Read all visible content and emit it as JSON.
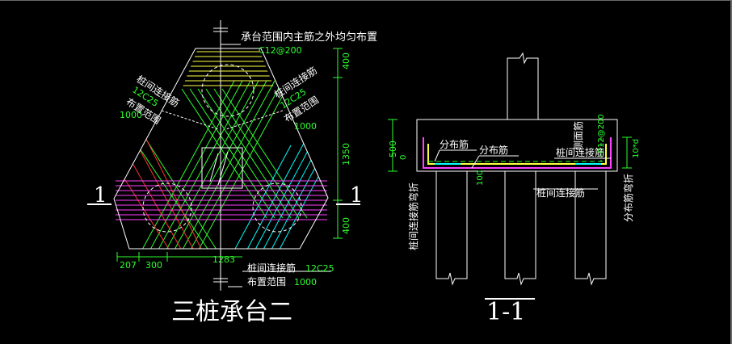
{
  "left": {
    "note_main": "承台范围内主筋之外均匀布置",
    "note_main_spec": "C12@200",
    "left_link_label": "桩间连接筋",
    "left_link_spec": "12C25",
    "left_range_label": "布置范围",
    "left_range_value": "1000",
    "right_link_label": "桩间连接筋",
    "right_link_spec": "12C25",
    "right_range_label": "布置范围",
    "right_range_value": "1000",
    "section_left_mark": "1",
    "section_right_mark": "1",
    "dim_top": "400",
    "dim_mid": "1350",
    "dim_bot": "400",
    "dim_b1": "207",
    "dim_b2": "300",
    "dim_b3": "1283",
    "bottom_link_label": "桩间连接筋",
    "bottom_link_spec": "12C25",
    "bottom_range_label": "布置范围",
    "bottom_range_value": "1000",
    "title": "三桩承台二"
  },
  "right": {
    "dim_height": "500",
    "dim_zero": "0",
    "dim_100": "100",
    "label_dist1": "分布筋",
    "label_dist2": "分布筋",
    "label_side": "侧面筋",
    "label_side_spec": "C12@200",
    "label_link": "桩间连接筋",
    "label_bend": "桩间连接筋弯折",
    "label_link_bottom": "桩间连接筋",
    "label_dist_bend": "分布筋弯折",
    "label_10d": "10*d",
    "title": "1-1"
  }
}
